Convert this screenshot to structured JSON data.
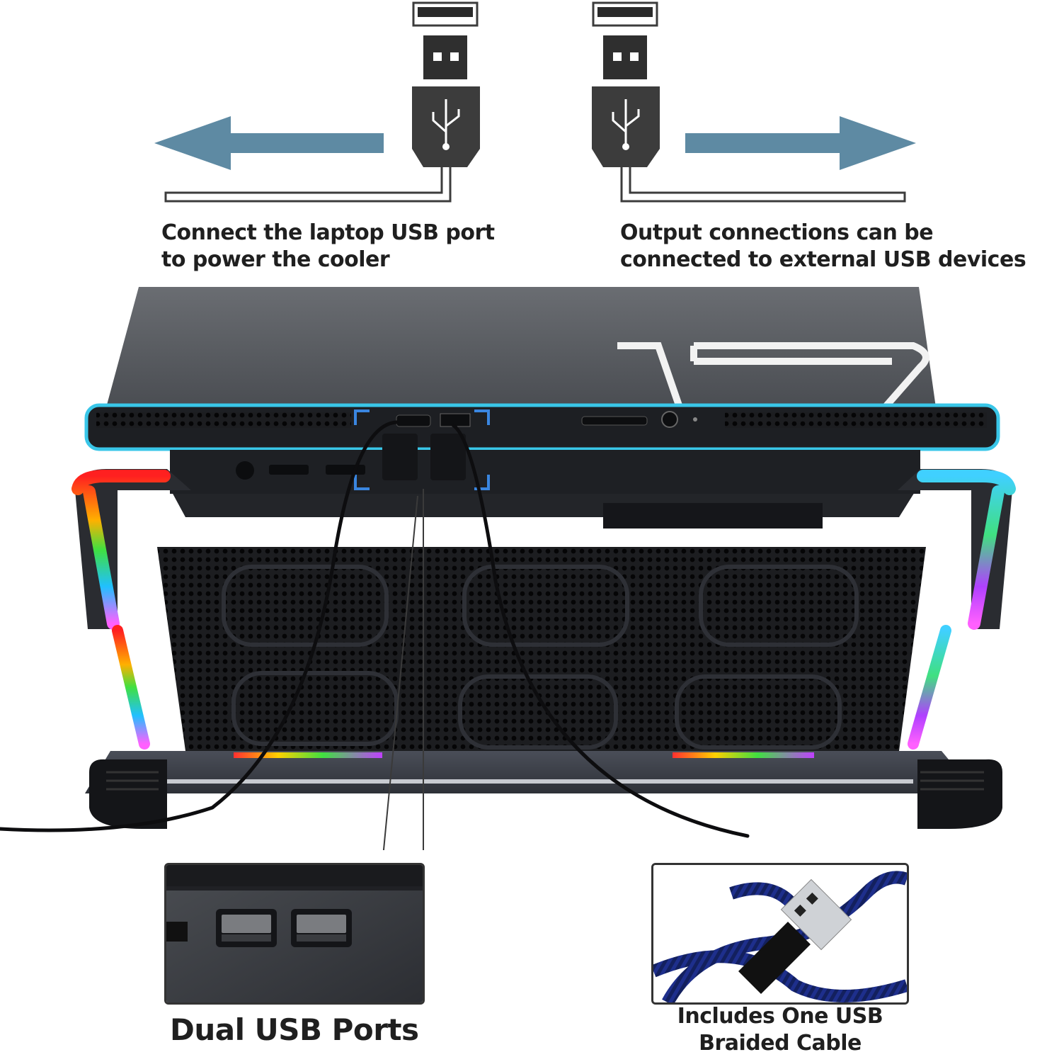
{
  "captions": {
    "left": [
      "Connect the laptop USB port",
      "to power the cooler"
    ],
    "right": [
      "Output connections can be",
      "connected to external USB devices"
    ],
    "ports": "Dual USB Ports",
    "cable": [
      "Includes One USB",
      "Braided Cable"
    ]
  },
  "icons": [
    "usb-plug-icon",
    "usb-plug-icon",
    "arrow-left-icon",
    "arrow-right-icon",
    "usb-symbol-icon"
  ],
  "colors": {
    "arrow": "#5e8aa3",
    "plug": "#3c3c3c",
    "cooler_body": "#3a3d42",
    "laptop": "#5a5d62",
    "rgb_edge": "#39c6e8",
    "cable_blue": "#1e2f8c"
  }
}
